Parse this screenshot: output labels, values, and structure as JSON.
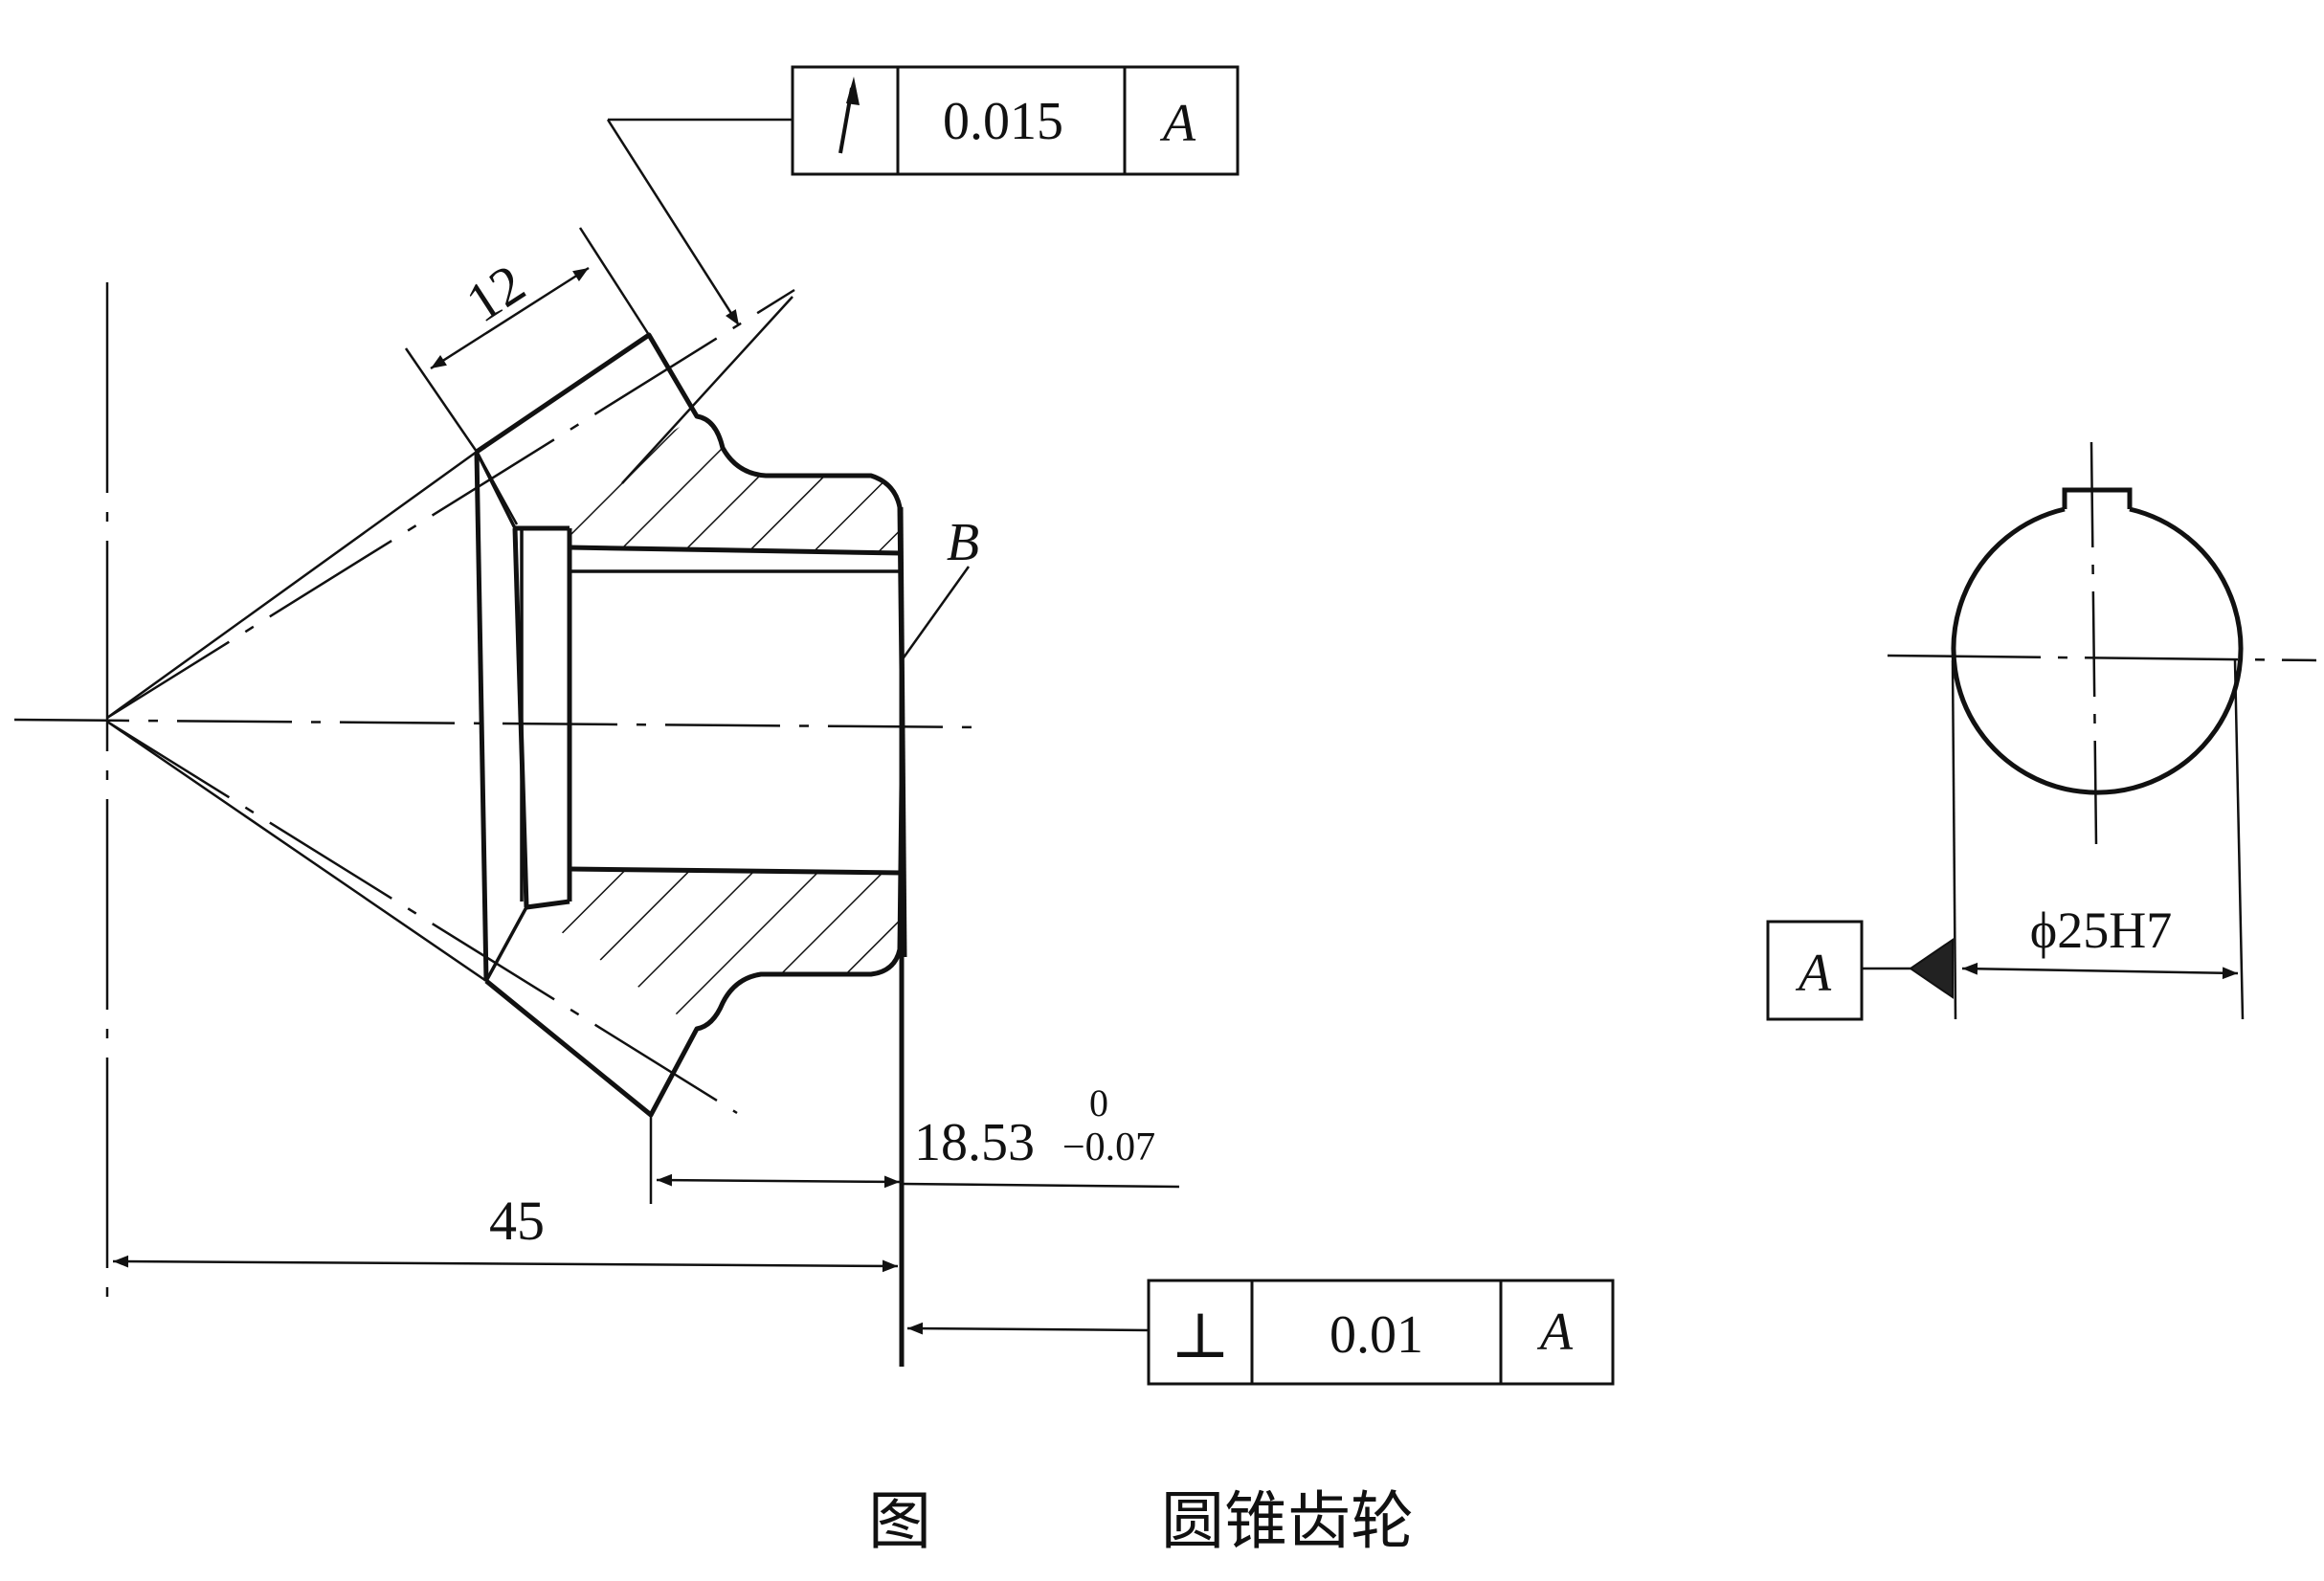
{
  "frame_top": {
    "tolerance": "0.015",
    "datum": "A"
  },
  "frame_bottom": {
    "symbol": "⊥",
    "tolerance": "0.01",
    "datum": "A"
  },
  "dims": {
    "width_12": "12",
    "total_45": "45",
    "mount_base": "18.53",
    "mount_upper": "0",
    "mount_lower": "−0.07",
    "bore": "ϕ25H7"
  },
  "labels": {
    "surface_B": "B",
    "datum_A": "A"
  },
  "caption": {
    "prefix": "图",
    "title": "圆锥齿轮"
  }
}
